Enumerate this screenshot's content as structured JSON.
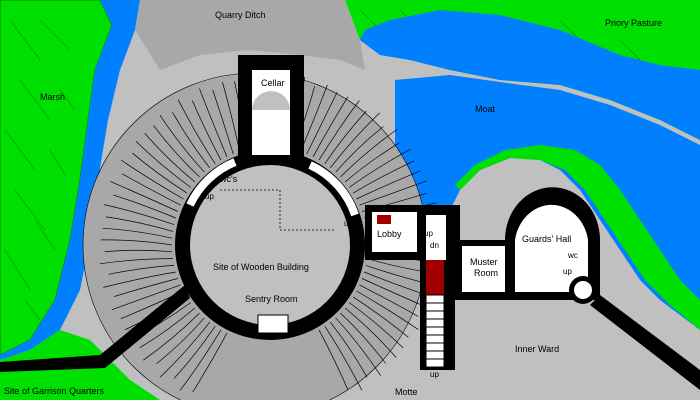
{
  "map": {
    "labels": {
      "quarry_ditch": "Quarry Ditch",
      "priory_pasture": "Priory Pasture",
      "marsh": "Marsh",
      "moat": "Moat",
      "cellar": "Cellar",
      "wcs": "wc's",
      "up_shell": "up",
      "lobby": "Lobby",
      "up_lobby": "up",
      "up_stair": "up",
      "dn": "dn",
      "guards_hall": "Guards' Hall",
      "wc_hall": "wc",
      "up_hall": "up",
      "muster_room_1": "Muster",
      "muster_room_2": "Room",
      "site_wooden_building": "Site of Wooden Building",
      "sentry_room": "Sentry Room",
      "inner_ward": "Inner Ward",
      "motte": "Motte",
      "up_bottom": "up",
      "garrison_quarters": "Site of Garrison Quarters"
    },
    "colors": {
      "water": "#0080ff",
      "grass": "#00e000",
      "slope": "#a8a8a8",
      "ground": "#c0c0c0",
      "wall": "#000000",
      "interior": "#ffffff",
      "accent": "#a00000"
    }
  }
}
